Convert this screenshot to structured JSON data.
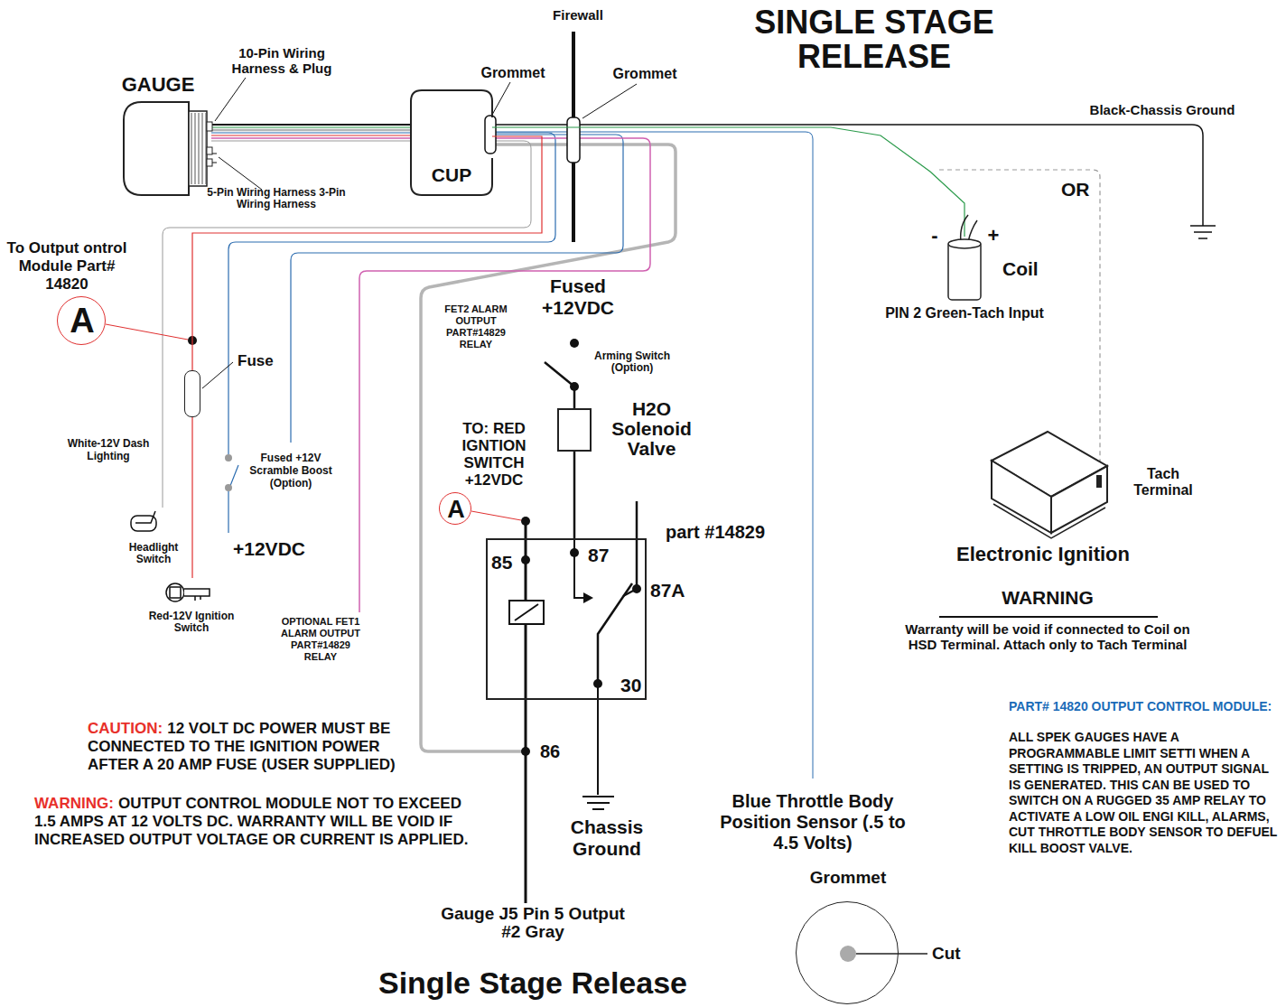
{
  "diagram": {
    "title": "SINGLE STAGE RELEASE",
    "caption": "Single Stage Release",
    "nodes": [
      {
        "text": [
          "GAUGE"
        ]
      },
      {
        "text": [
          "CUP"
        ]
      },
      {
        "text": [
          "A"
        ]
      },
      {
        "text": [
          "Fuse"
        ]
      },
      {
        "text": [
          "-",
          "+",
          "Coil"
        ]
      },
      {
        "text": [
          "H2O Solenoid Valve"
        ]
      },
      {
        "text": [
          "A"
        ]
      },
      {
        "text": [
          "part #14829",
          "85",
          "87",
          "87A",
          "30"
        ]
      },
      {
        "text": [
          "Tach Terminal",
          "Electronic Ignition"
        ]
      },
      {
        "text": [
          "Grommet",
          "Cut"
        ]
      }
    ],
    "edges": [
      {
        "from": 0,
        "to": 1,
        "arrow": "none"
      },
      {
        "from": 1,
        "to": 3,
        "arrow": "none"
      },
      {
        "from": 1,
        "to": 4,
        "arrow": "none"
      },
      {
        "from": 5,
        "to": 7,
        "arrow": "none"
      }
    ],
    "labels": [
      "10-Pin Wiring Harness & Plug",
      "Firewall",
      "Grommet",
      "Grommet",
      "Black-Chassis Ground",
      "5-Pin Wiring Harness 3-Pin Wiring Harness",
      "OR",
      "PIN 2 Green-Tach Input",
      "To Output ontrol Module Part# 14820",
      "White-12V Dash Lighting",
      "Fused +12V Scramble Boost (Option)",
      "Headlight Switch",
      "+12VDC",
      "Red-12V Ignition Switch",
      "OPTIONAL FET1 ALARM OUTPUT PART#14829 RELAY",
      "FET2 ALARM OUTPUT PART#14829 RELAY",
      "Fused +12VDC",
      "Arming Switch (Option)",
      "TO: RED IGNTION SWITCH +12VDC",
      "86",
      "Chassis Ground",
      "Gauge J5 Pin 5 Output #2 Gray",
      "Blue Throttle Body Position Sensor (.5 to 4.5 Volts)",
      "WARNING",
      "Warranty will be void if connected to Coil on HSD Terminal. Attach only to Tach Terminal",
      "CAUTION:",
      "12 VOLT DC POWER MUST BE CONNECTED TO THE IGNITION POWER AFTER A 20 AMP FUSE (USER SUPPLIED)",
      "WARNING:",
      "OUTPUT CONTROL MODULE NOT TO EXCEED 1.5 AMPS AT 12 VOLTS DC. WARRANTY WILL BE VOID IF INCREASED OUTPUT VOLTAGE OR CURRENT IS APPLIED.",
      "PART# 14820 OUTPUT CONTROL MODULE:",
      "ALL SPEK GAUGES HAVE A PROGRAMMABLE LIMIT SETTI WHEN A SETTING IS TRIPPED, AN OUTPUT SIGNAL IS GENERATED. THIS CAN BE USED TO SWITCH ON A RUGGED 35 AMP RELAY TO ACTIVATE A LOW OIL ENGI KILL, ALARMS, CUT THROTTLE BODY SENSOR TO DEFUEL KILL BOOST VALVE."
    ]
  }
}
